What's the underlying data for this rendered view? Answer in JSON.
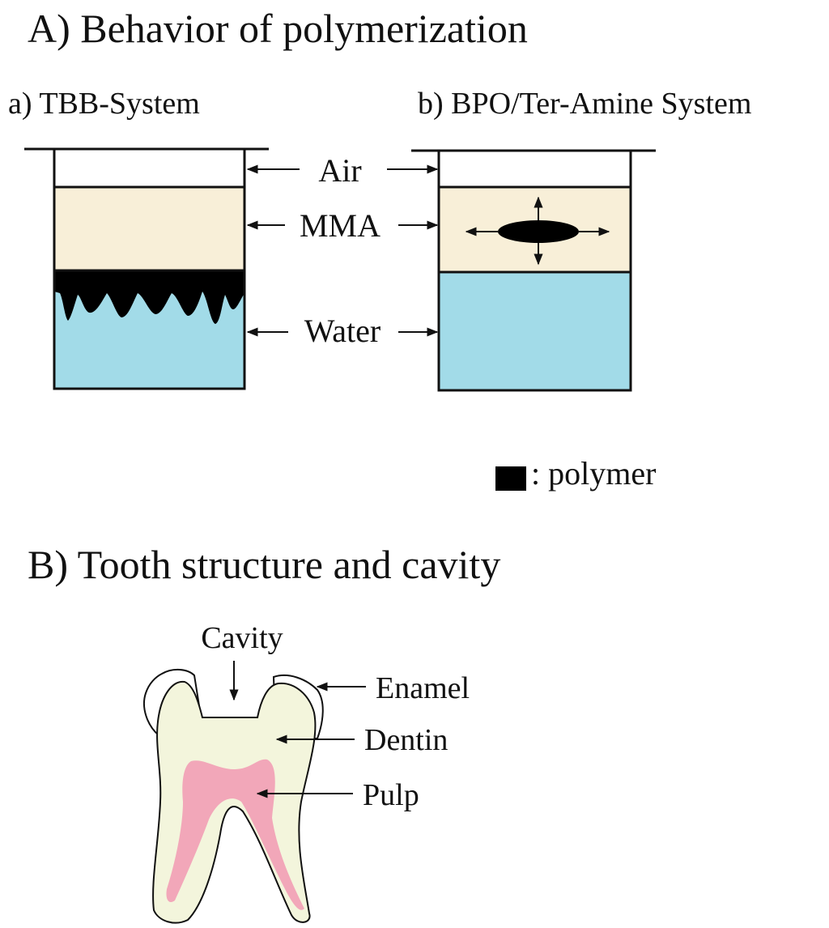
{
  "section_a": {
    "title": "A) Behavior of polymerization",
    "system_a_label": "a) TBB-System",
    "system_b_label": "b) BPO/Ter-Amine System",
    "layers": {
      "air": "Air",
      "mma": "MMA",
      "water": "Water"
    },
    "legend": ": polymer"
  },
  "section_b": {
    "title": "B) Tooth structure and cavity",
    "labels": {
      "cavity": "Cavity",
      "enamel": "Enamel",
      "dentin": "Dentin",
      "pulp": "Pulp"
    }
  },
  "colors": {
    "mma": "#f8efd8",
    "water": "#a2dbe8",
    "polymer": "#000000",
    "dentin": "#f3f5dc",
    "pulp": "#f2a7b9",
    "enamel": "#ffffff"
  }
}
